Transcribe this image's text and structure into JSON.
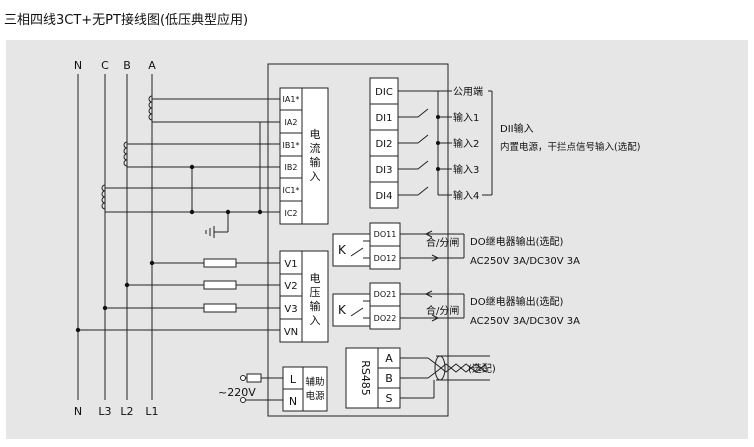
{
  "title": "三相四线3CT+无PT接线图(低压典型应用)",
  "colors": {
    "panel_bg": "#e6e6e6",
    "line": "#222222",
    "box_fill": "#ffffff"
  },
  "phase_top": [
    "N",
    "C",
    "B",
    "A"
  ],
  "phase_bottom": [
    "N",
    "L3",
    "L2",
    "L1"
  ],
  "current_terminals": [
    "IA1*",
    "IA2",
    "IB1*",
    "IB2",
    "IC1*",
    "IC2"
  ],
  "current_label": [
    "电",
    "流",
    "输",
    "入"
  ],
  "voltage_terminals": [
    "V1",
    "V2",
    "V3",
    "VN"
  ],
  "voltage_label": [
    "电",
    "压",
    "输",
    "入"
  ],
  "di_terminals": [
    "DIC",
    "DI1",
    "DI2",
    "DI3",
    "DI4"
  ],
  "di_labels": [
    "公用端",
    "输入1",
    "输入2",
    "输入3",
    "输入4"
  ],
  "di_title": "DII输入",
  "di_desc": "内置电源，干拦点信号输入(选配)",
  "relay_symbol": "K",
  "do1_terminals": [
    "DO11",
    "DO12"
  ],
  "do2_terminals": [
    "DO21",
    "DO22"
  ],
  "switch_label": "合/分闸",
  "do_title": "DO继电器输出(选配)",
  "do_rating": "AC250V 3A/DC30V 3A",
  "aux_terminals": [
    "L",
    "N"
  ],
  "aux_label": [
    "辅助",
    "电源"
  ],
  "aux_voltage": "~220V",
  "rs485_label": "RS485",
  "rs485_terminals": [
    "A",
    "B",
    "S"
  ],
  "rs485_option": "(选配)"
}
